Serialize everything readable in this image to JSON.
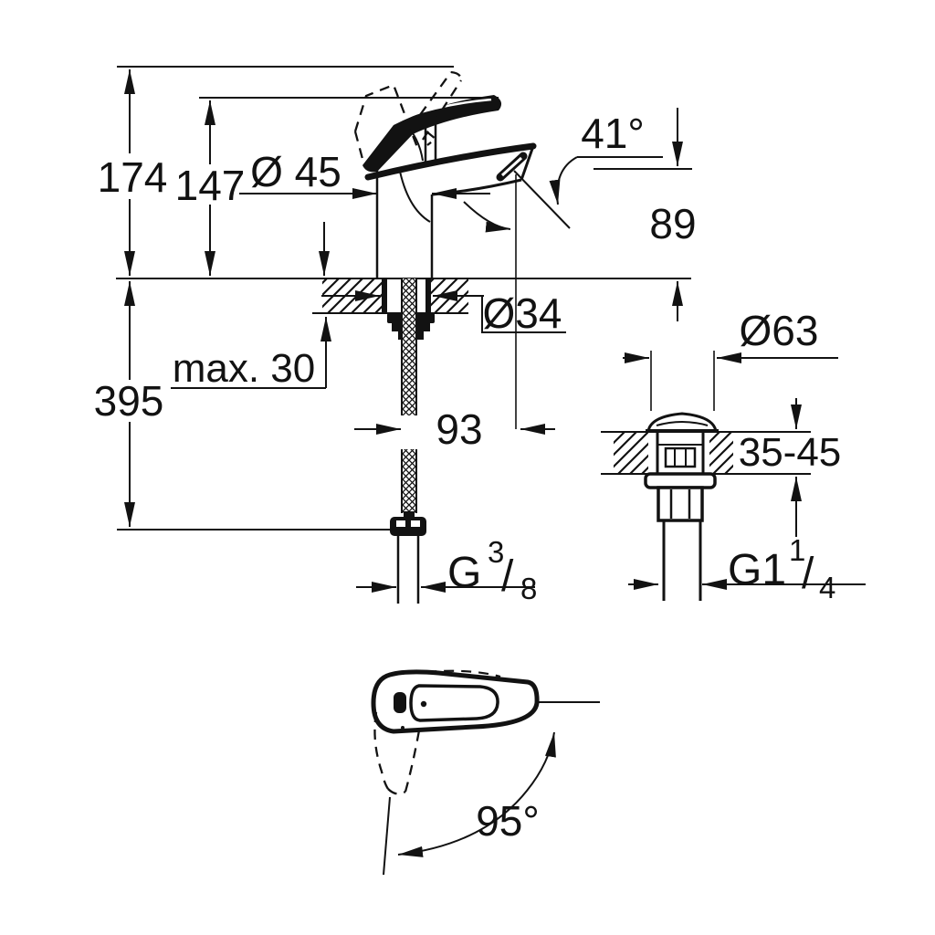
{
  "page": {
    "background": "#ffffff",
    "line_color": "#121212",
    "description": "Technical dimension drawing of a single-lever basin mixer faucet with supply hose, pop-up waste set and handle swivel top view"
  },
  "dims": {
    "overall_height": "174",
    "spout_top_height": "147",
    "body_diameter": "Ø 45",
    "stream_angle": "41°",
    "outlet_height": "89",
    "mounting_hole_diameter": "Ø34",
    "deck_thickness_max": "max. 30",
    "hose_length_below_deck": "395",
    "spout_projection": "93",
    "waste_cap_diameter": "Ø63",
    "waste_deck_thickness_range": "35-45",
    "handle_swivel_angle": "95°",
    "supply_thread": {
      "prefix": "G",
      "numerator": "3",
      "slash": "/",
      "denominator": "8"
    },
    "waste_thread": {
      "prefix": "G1",
      "numerator": "1",
      "slash": "/",
      "denominator": "4"
    }
  }
}
